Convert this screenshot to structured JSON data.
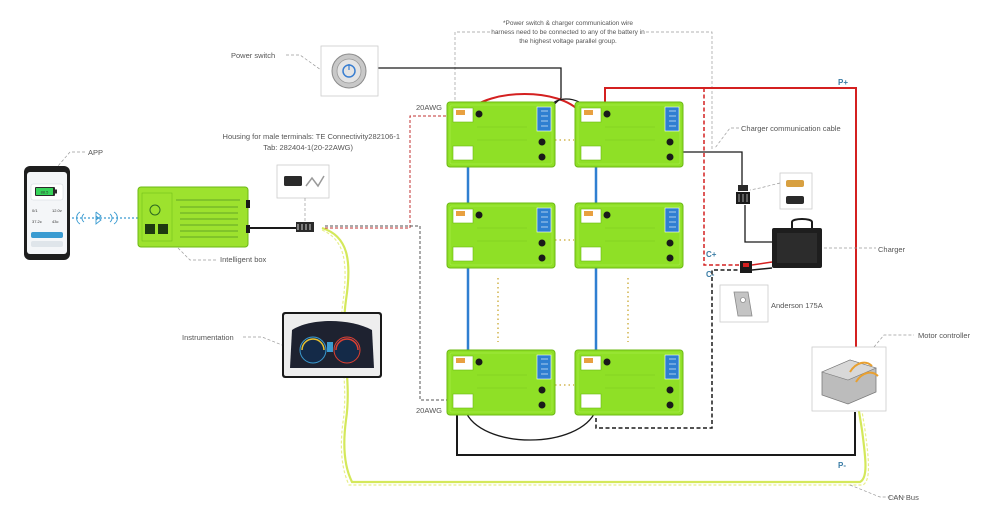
{
  "labels": {
    "note_line1": "*Power switch & charger communication  wire",
    "note_line2": "harness need to be connected to any of the battery in",
    "note_line3": "the highest voltage parallel group.",
    "power_switch": "Power switch",
    "app": "APP",
    "housing_line1": "Housing for male terminals: TE Connectivity282106-1",
    "housing_line2": "Tab:  282404-1(20-22AWG)",
    "intelligent_box": "Intelligent box",
    "instrumentation": "Instrumentation",
    "charger_comm_cable": "Charger communication cable",
    "charger": "Charger",
    "anderson": "Anderson 175A",
    "motor_controller": "Motor controller",
    "can_bus": "CAN Bus",
    "awg_top": "20AWG",
    "awg_bottom": "20AWG",
    "p_plus": "P+",
    "p_minus": "P-",
    "c_plus": "C+",
    "c_minus": "C-"
  },
  "phone": {
    "battery_value": "88.5",
    "stat1": "0/1",
    "stat2": "12.0v",
    "stat3": "37.2c",
    "stat4": "43c"
  },
  "colors": {
    "battery_green": "#8fe026",
    "positive_wire": "#d42020",
    "negative_wire": "#1a1a1a",
    "series_link": "#2f7fd1",
    "can_bus": "#d4e85a",
    "bluetooth": "#3a9bd1"
  }
}
